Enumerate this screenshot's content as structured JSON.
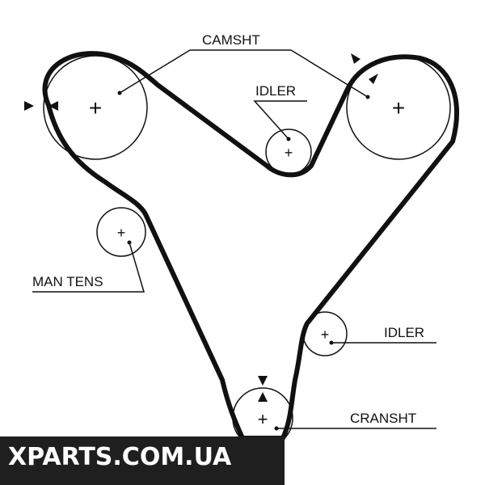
{
  "labels": {
    "camshaft": "CAMSHT",
    "idler_top": "IDLER",
    "idler_right": "IDLER",
    "man_tens": "MAN TENS",
    "cranshaft": "CRANSHT"
  },
  "center_mark": "+",
  "watermark": "XPARTS.COM.UA",
  "colors": {
    "belt": "#111111",
    "line": "#111111",
    "watermark_band": "#1f1f1f",
    "watermark_text": "#ffffff"
  }
}
